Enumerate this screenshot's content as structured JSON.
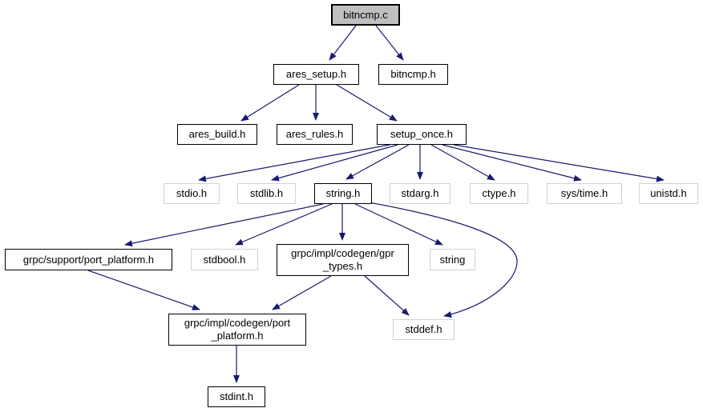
{
  "graph": {
    "type": "include-dependency-graph",
    "root": "bitncmp.c",
    "colors": {
      "edge": "#191970",
      "node_fill": "#ffffff",
      "root_fill": "#bfbfbf",
      "linked_border": "#000000",
      "unlinked_border": "#d3d3d3",
      "text": "#000000"
    },
    "nodes": [
      {
        "label": "bitncmp.c",
        "linked": false,
        "role": "root"
      },
      {
        "label": "ares_setup.h",
        "linked": true
      },
      {
        "label": "bitncmp.h",
        "linked": true
      },
      {
        "label": "ares_build.h",
        "linked": true
      },
      {
        "label": "ares_rules.h",
        "linked": true
      },
      {
        "label": "setup_once.h",
        "linked": true
      },
      {
        "label": "stdio.h",
        "linked": false
      },
      {
        "label": "stdlib.h",
        "linked": false
      },
      {
        "label": "string.h",
        "linked": true
      },
      {
        "label": "stdarg.h",
        "linked": false
      },
      {
        "label": "ctype.h",
        "linked": false
      },
      {
        "label": "sys/time.h",
        "linked": false
      },
      {
        "label": "unistd.h",
        "linked": false
      },
      {
        "label": "grpc/support/port_platform.h",
        "linked": true
      },
      {
        "label": "stdbool.h",
        "linked": false
      },
      {
        "label": "grpc/impl/codegen/gpr\n_types.h",
        "linked": true
      },
      {
        "label": "string",
        "linked": false
      },
      {
        "label": "grpc/impl/codegen/port\n_platform.h",
        "linked": true
      },
      {
        "label": "stddef.h",
        "linked": false
      },
      {
        "label": "stdint.h",
        "linked": true
      }
    ],
    "edges": [
      {
        "from": "bitncmp.c",
        "to": "ares_setup.h"
      },
      {
        "from": "bitncmp.c",
        "to": "bitncmp.h"
      },
      {
        "from": "ares_setup.h",
        "to": "ares_build.h"
      },
      {
        "from": "ares_setup.h",
        "to": "ares_rules.h"
      },
      {
        "from": "ares_setup.h",
        "to": "setup_once.h"
      },
      {
        "from": "setup_once.h",
        "to": "stdio.h"
      },
      {
        "from": "setup_once.h",
        "to": "stdlib.h"
      },
      {
        "from": "setup_once.h",
        "to": "string.h"
      },
      {
        "from": "setup_once.h",
        "to": "stdarg.h"
      },
      {
        "from": "setup_once.h",
        "to": "ctype.h"
      },
      {
        "from": "setup_once.h",
        "to": "sys/time.h"
      },
      {
        "from": "setup_once.h",
        "to": "unistd.h"
      },
      {
        "from": "string.h",
        "to": "grpc/support/port_platform.h"
      },
      {
        "from": "string.h",
        "to": "stdbool.h"
      },
      {
        "from": "string.h",
        "to": "grpc/impl/codegen/gpr_types.h"
      },
      {
        "from": "string.h",
        "to": "string"
      },
      {
        "from": "string.h",
        "to": "stddef.h"
      },
      {
        "from": "grpc/support/port_platform.h",
        "to": "grpc/impl/codegen/port_platform.h"
      },
      {
        "from": "grpc/impl/codegen/gpr_types.h",
        "to": "grpc/impl/codegen/port_platform.h"
      },
      {
        "from": "grpc/impl/codegen/gpr_types.h",
        "to": "stddef.h"
      },
      {
        "from": "grpc/impl/codegen/port_platform.h",
        "to": "stdint.h"
      }
    ]
  }
}
